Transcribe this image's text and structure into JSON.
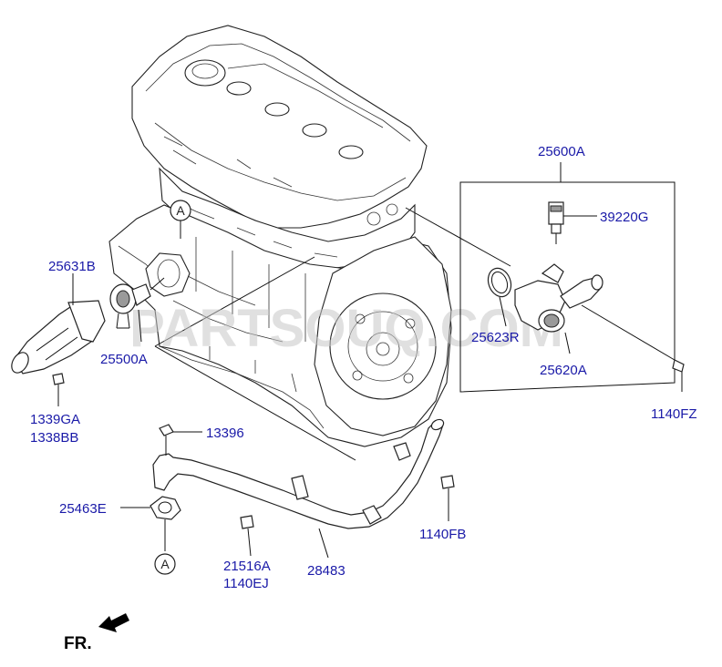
{
  "watermark": "PARTSOUQ.COM",
  "callouts": {
    "a_top": "A",
    "a_bottom": "A"
  },
  "labels": {
    "p25600A": "25600A",
    "p39220G": "39220G",
    "p25631B": "25631B",
    "p25623R": "25623R",
    "p25500A": "25500A",
    "p25620A": "25620A",
    "p1339GA": "1339GA",
    "p1338BB": "1338BB",
    "p1140FZ": "1140FZ",
    "p13396": "13396",
    "p25463E": "25463E",
    "p1140FB": "1140FB",
    "p21516A": "21516A",
    "p1140EJ": "1140EJ",
    "p28483": "28483"
  },
  "front_marker": "FR.",
  "colors": {
    "label": "#1a1aa8",
    "line": "#111111",
    "watermark": "#c8c8c8"
  }
}
